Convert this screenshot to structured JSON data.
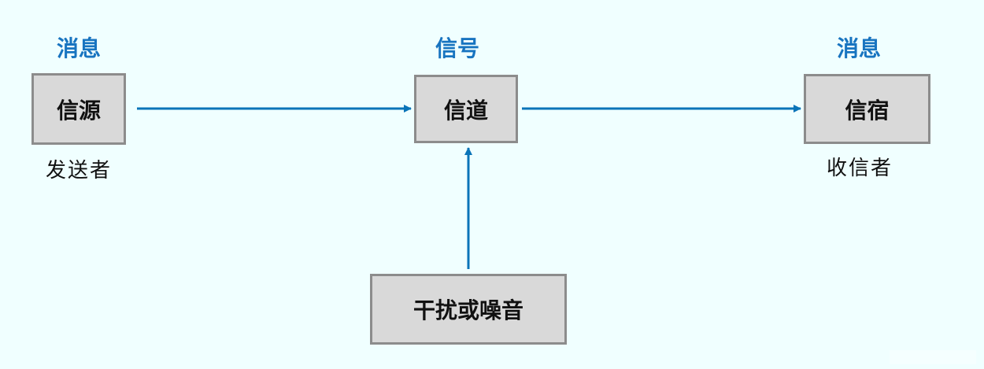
{
  "source": {
    "top_label": "消息",
    "box_label": "信源",
    "sub_label": "发送者"
  },
  "channel": {
    "top_label": "信号",
    "box_label": "信道"
  },
  "sink": {
    "top_label": "消息",
    "box_label": "信宿",
    "sub_label": "收信者"
  },
  "noise": {
    "box_label": "干扰或噪音"
  },
  "colors": {
    "accent": "#1874c0",
    "arrow": "#0a74b8",
    "box_fill": "#d9d9d9",
    "box_border": "#8c8c8c",
    "background": "#f0ffff"
  }
}
